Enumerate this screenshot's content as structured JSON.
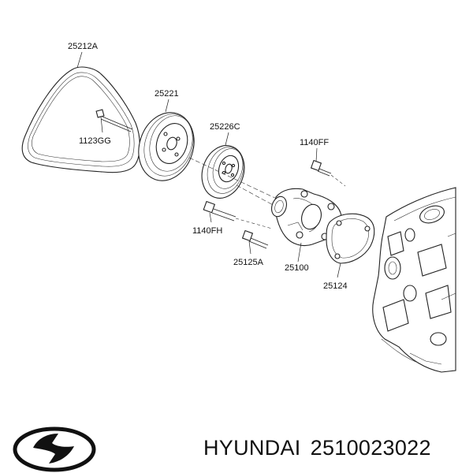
{
  "parts": [
    {
      "id": "belt",
      "label": "25212A"
    },
    {
      "id": "crank-bolt",
      "label": "1123GG"
    },
    {
      "id": "crank-pulley",
      "label": "25221"
    },
    {
      "id": "pump-pulley",
      "label": "25226C"
    },
    {
      "id": "bolt-ff",
      "label": "1140FF"
    },
    {
      "id": "bolt-fh",
      "label": "1140FH"
    },
    {
      "id": "bolt-25125a",
      "label": "25125A"
    },
    {
      "id": "water-pump",
      "label": "25100"
    },
    {
      "id": "gasket",
      "label": "25124"
    }
  ],
  "brand": {
    "name": "HYUNDAI",
    "part_number": "2510023022",
    "logo": "hyundai-logo"
  }
}
